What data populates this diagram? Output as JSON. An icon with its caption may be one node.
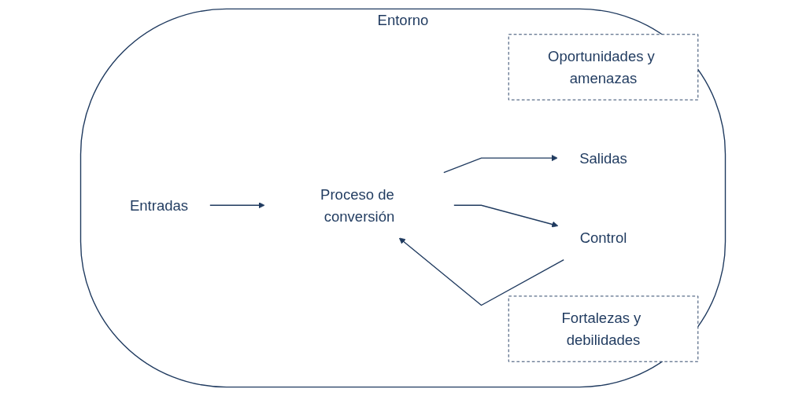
{
  "diagram": {
    "nodes": [
      {
        "text": [
          "Entorno"
        ]
      },
      {
        "text": [
          "Oportunidades y amenazas"
        ],
        "in": 0
      },
      {
        "text": [
          "Entradas"
        ],
        "in": 0
      },
      {
        "text": [
          "Proceso de conversión"
        ],
        "in": 0
      },
      {
        "text": [
          "Salidas"
        ],
        "in": 0
      },
      {
        "text": [
          "Fortalezas y debilidades"
        ],
        "in": 0
      },
      {
        "text": [
          "Control"
        ],
        "in": 0
      }
    ],
    "edges": [
      {
        "from": 2,
        "to": 3,
        "arrow": "to"
      },
      {
        "from": 3,
        "to": 4,
        "arrow": "to"
      },
      {
        "from": 3,
        "to": 6,
        "arrow": "to"
      },
      {
        "from": 6,
        "to": 3,
        "arrow": "to"
      }
    ]
  }
}
